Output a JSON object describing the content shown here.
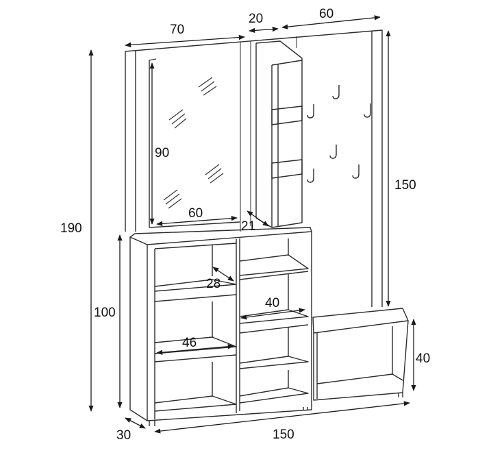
{
  "dimensions": {
    "total_height": "190",
    "total_width": "150",
    "depth": "30",
    "lower_height": "100",
    "mirror_width_top": "70",
    "column_width_top": "20",
    "panel_width_top": "60",
    "mirror_height": "90",
    "mirror_width": "60",
    "column_depth": "21",
    "panel_height": "150",
    "shelf_depth": "28",
    "shelf_width_right": "40",
    "shelf_width_left": "46",
    "bench_height": "40"
  },
  "colors": {
    "line": "#2b2b2b",
    "background": "#ffffff"
  }
}
